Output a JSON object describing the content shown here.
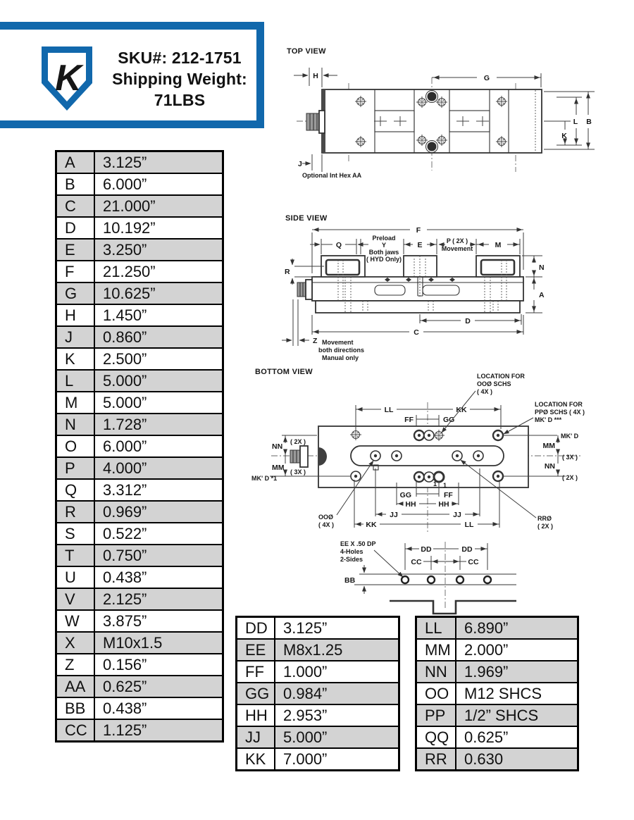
{
  "header": {
    "sku": "SKU#: 212-1751",
    "shipping_label": "Shipping Weight:",
    "weight": "71LBS",
    "logo_letter": "K"
  },
  "colors": {
    "brand_blue": "#1168ac",
    "row_shade": "#d3d3d3",
    "line_dark": "#333333"
  },
  "tables": {
    "left": {
      "rows": [
        {
          "key": "A",
          "value": "3.125”"
        },
        {
          "key": "B",
          "value": "6.000”"
        },
        {
          "key": "C",
          "value": "21.000”"
        },
        {
          "key": "D",
          "value": "10.192”"
        },
        {
          "key": "E",
          "value": "3.250”"
        },
        {
          "key": "F",
          "value": "21.250”"
        },
        {
          "key": "G",
          "value": "10.625”"
        },
        {
          "key": "H",
          "value": "1.450”"
        },
        {
          "key": "J",
          "value": "0.860”"
        },
        {
          "key": "K",
          "value": "2.500”"
        },
        {
          "key": "L",
          "value": "5.000”"
        },
        {
          "key": "M",
          "value": "5.000”"
        },
        {
          "key": "N",
          "value": "1.728”"
        },
        {
          "key": "O",
          "value": "6.000”"
        },
        {
          "key": "P",
          "value": "4.000”"
        },
        {
          "key": "Q",
          "value": "3.312”"
        },
        {
          "key": "R",
          "value": "0.969”"
        },
        {
          "key": "S",
          "value": "0.522”"
        },
        {
          "key": "T",
          "value": "0.750”"
        },
        {
          "key": "U",
          "value": "0.438”"
        },
        {
          "key": "V",
          "value": "2.125”"
        },
        {
          "key": "W",
          "value": "3.875”"
        },
        {
          "key": "X",
          "value": "M10x1.5"
        },
        {
          "key": "Z",
          "value": "0.156”"
        },
        {
          "key": "AA",
          "value": "0.625”"
        },
        {
          "key": "BB",
          "value": "0.438”"
        },
        {
          "key": "CC",
          "value": "1.125”"
        }
      ]
    },
    "middle": {
      "rows": [
        {
          "key": "DD",
          "value": "3.125”"
        },
        {
          "key": "EE",
          "value": "M8x1.25"
        },
        {
          "key": "FF",
          "value": "1.000”"
        },
        {
          "key": "GG",
          "value": "0.984”"
        },
        {
          "key": "HH",
          "value": "2.953”"
        },
        {
          "key": "JJ",
          "value": "5.000”"
        },
        {
          "key": "KK",
          "value": "7.000”"
        }
      ]
    },
    "right": {
      "rows": [
        {
          "key": "LL",
          "value": "6.890”"
        },
        {
          "key": "MM",
          "value": "2.000”"
        },
        {
          "key": "NN",
          "value": "1.969”"
        },
        {
          "key": "OO",
          "value": "M12 SHCS"
        },
        {
          "key": "PP",
          "value": "1/2” SHCS"
        },
        {
          "key": "QQ",
          "value": "0.625”"
        },
        {
          "key": "RR",
          "value": "0.630"
        }
      ]
    }
  },
  "drawings": {
    "top_view": {
      "title": "TOP VIEW",
      "h": "H",
      "g": "G",
      "l": "L",
      "b": "B",
      "k": "K",
      "j": "J",
      "note": "Optional Int Hex AA"
    },
    "side_view": {
      "title": "SIDE VIEW",
      "f": "F",
      "q": "Q",
      "e": "E",
      "m": "M",
      "n": "N",
      "r": "R",
      "a": "A",
      "d": "D",
      "c": "C",
      "z": "Z",
      "preload_1": "Preload",
      "preload_2": "Y",
      "preload_3": "Both jaws",
      "preload_4": "( HYD Only)",
      "p_1": "P ( 2X )",
      "p_2": "Movement",
      "z_1": "Movement",
      "z_2": "both directions",
      "z_3": "Manual only"
    },
    "bottom_view": {
      "title": "BOTTOM VIEW",
      "ll": "LL",
      "kk": "KK",
      "ff": "FF",
      "gg": "GG",
      "hh": "HH",
      "jj": "JJ",
      "mm": "MM",
      "nn": "NN",
      "location_for": "LOCATION FOR",
      "oo_schs": "OOØ SCHS",
      "qty_4x": "( 4X )",
      "pp_schs": "PPØ SCHS ( 4X )",
      "mkd_stars": "MK' D ***",
      "mkd": "MK' D",
      "mkd_1": "MK' D *1",
      "qty_3x": "( 3X )",
      "qty_2x": "( 2X )",
      "oo_dia": "OOØ",
      "rr_dia": "RRØ",
      "datum_1": "1"
    },
    "end_view": {
      "note_1": "EE X .50 DP",
      "note_2": "4-Holes",
      "note_3": "2-Sides",
      "dd": "DD",
      "cc": "CC",
      "bb": "BB"
    }
  }
}
